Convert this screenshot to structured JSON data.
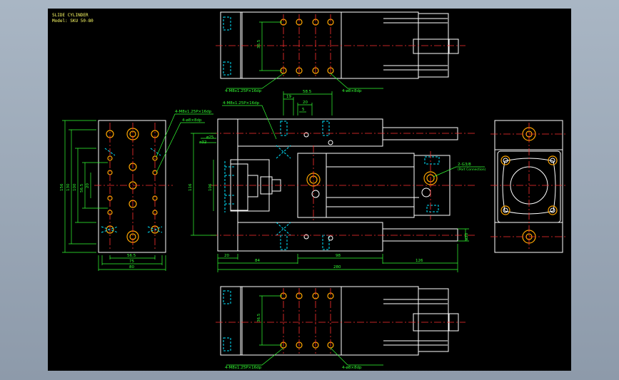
{
  "window": {
    "frame_color": "#9aa7b6",
    "canvas_color": "#000000"
  },
  "title_block": {
    "line1": "SLIDE CYLINDER",
    "line2": "Model: SKU 50-80"
  },
  "colors": {
    "outline": "#ffffff",
    "hidden": "#00e5ff",
    "centerline": "#ff3030",
    "dimension": "#33ff33",
    "bore": "#ffa600",
    "title": "#ffff66"
  },
  "top_view": {
    "callout_left": "4-M8x1.25P×16dp",
    "callout_right": "4-ø8×8dp",
    "dim_vertical": "36.5"
  },
  "bottom_view": {
    "callout_left": "4-M8x1.25P×16dp",
    "callout_right": "4-ø8×8dp",
    "dim_vertical": "36.5"
  },
  "left_view": {
    "callout_top": "4-M8x1.25P×16dp",
    "callout_second": "4-ø8×8dp",
    "dims_vertical": [
      "156",
      "130",
      "100",
      "56.5",
      "20"
    ],
    "dims_horizontal": [
      "56.5",
      "75",
      "80"
    ]
  },
  "front_view": {
    "callout_top": "4-M8x1.25P×16dp",
    "port_callout": "2-G3/8",
    "port_note": "(Port Connection)",
    "dims_top": [
      "58.5",
      "19",
      "20",
      "5"
    ],
    "dims_left": [
      "116",
      "106",
      "ø32",
      "ø25"
    ],
    "dims_bottom": [
      "20",
      "84",
      "98",
      "126",
      "280"
    ],
    "dim_right": "ø20"
  }
}
